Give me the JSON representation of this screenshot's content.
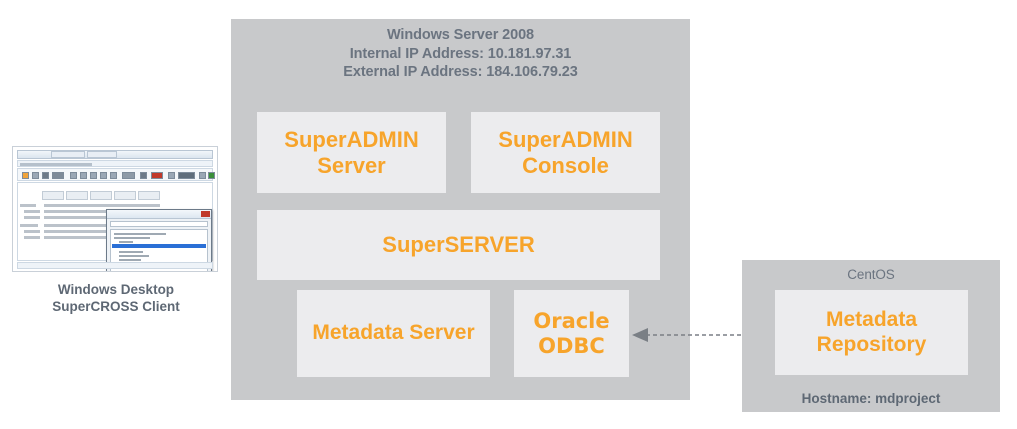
{
  "server_panel": {
    "title_lines": [
      "Windows Server 2008",
      "Internal IP Address: 10.181.97.31",
      "External IP Address: 184.106.79.23"
    ],
    "title_text": "Windows Server 2008\nInternal IP Address: 10.181.97.31\nExternal IP Address: 184.106.79.23",
    "boxes": {
      "superadmin_server": "SuperADMIN\nServer",
      "superadmin_console": "SuperADMIN\nConsole",
      "superserver": "SuperSERVER",
      "metadata_server": "Metadata Server",
      "oracle_odbc": "Oracle\nODBC"
    }
  },
  "centos_panel": {
    "title": "CentOS",
    "boxes": {
      "metadata_repository": "Metadata\nRepository"
    },
    "hostname": "Hostname: mdproject"
  },
  "client": {
    "caption": "Windows Desktop\nSuperCROSS Client",
    "caption_lines": [
      "Windows Desktop",
      "SuperCROSS Client"
    ],
    "thumbnail_alt": "SuperCROSS client application screenshot"
  },
  "connector": {
    "odbc_to_repository": "bidirectional-dashed-arrow"
  },
  "colors": {
    "panel_gray": "#c8c9cb",
    "box_fill": "#ececee",
    "accent_orange": "#f7a42b",
    "heading_gray": "#6b7480",
    "caption_gray": "#5e6874",
    "arrow_gray": "#7a7f85",
    "page_background": "#ffffff"
  }
}
